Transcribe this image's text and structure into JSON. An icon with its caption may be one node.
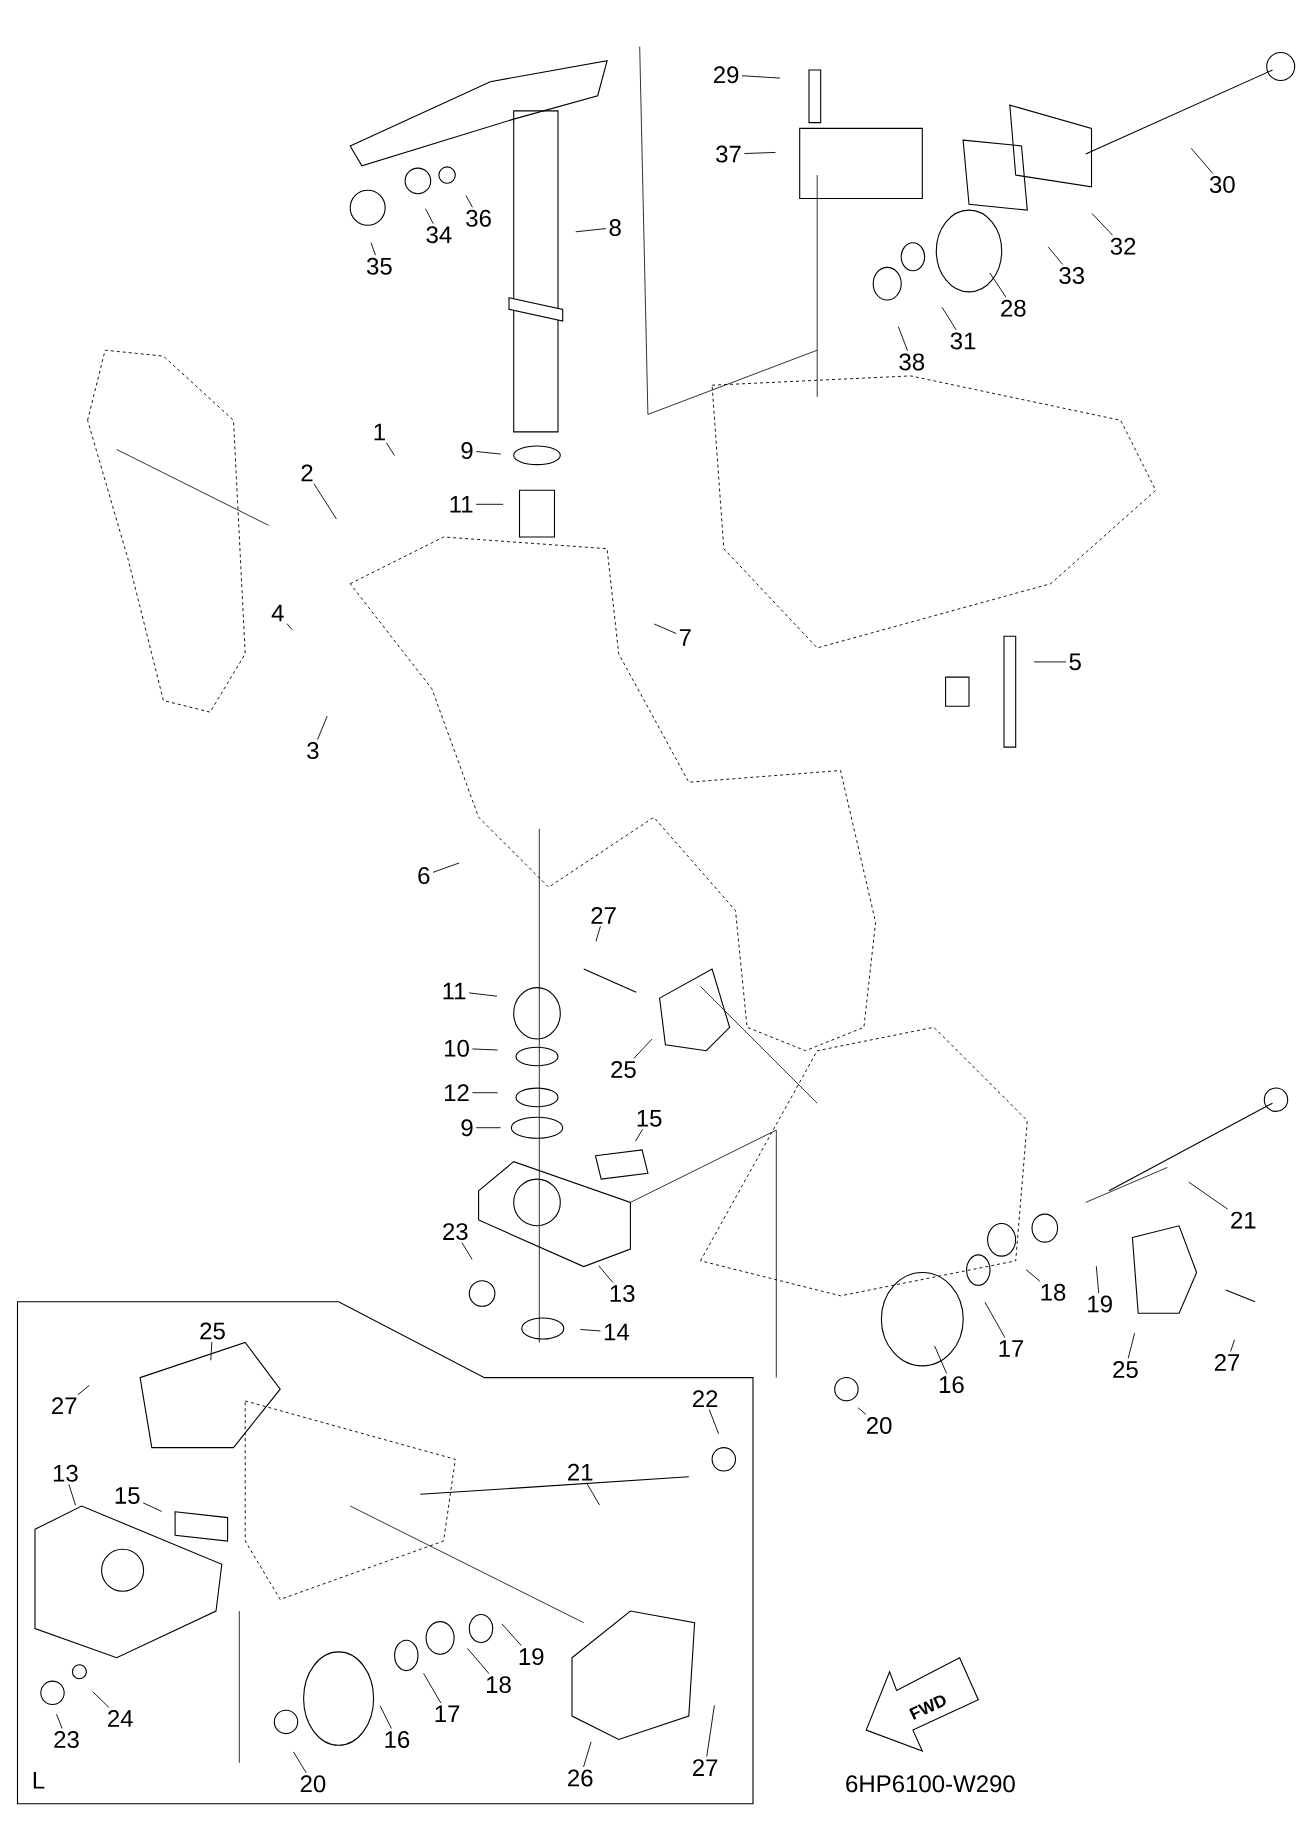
{
  "diagram": {
    "nodes": [
      {
        "text": [
          "1"
        ]
      },
      {
        "text": [
          "2"
        ]
      },
      {
        "text": [
          "3"
        ]
      },
      {
        "text": [
          "4"
        ]
      },
      {
        "text": [
          "5"
        ]
      },
      {
        "text": [
          "6"
        ]
      },
      {
        "text": [
          "7"
        ]
      },
      {
        "text": [
          "8"
        ]
      },
      {
        "text": [
          "9"
        ]
      },
      {
        "text": [
          "11"
        ]
      },
      {
        "text": [
          "29"
        ]
      },
      {
        "text": [
          "37"
        ]
      },
      {
        "text": [
          "30"
        ]
      },
      {
        "text": [
          "32"
        ]
      },
      {
        "text": [
          "33"
        ]
      },
      {
        "text": [
          "28"
        ]
      },
      {
        "text": [
          "31"
        ]
      },
      {
        "text": [
          "38"
        ]
      },
      {
        "text": [
          "36"
        ]
      },
      {
        "text": [
          "34"
        ]
      },
      {
        "text": [
          "35"
        ]
      },
      {
        "text": [
          "27"
        ]
      },
      {
        "text": [
          "25"
        ]
      },
      {
        "text": [
          "11"
        ]
      },
      {
        "text": [
          "10"
        ]
      },
      {
        "text": [
          "12"
        ]
      },
      {
        "text": [
          "9"
        ]
      },
      {
        "text": [
          "15"
        ]
      },
      {
        "text": [
          "23"
        ]
      },
      {
        "text": [
          "13"
        ]
      },
      {
        "text": [
          "14"
        ]
      },
      {
        "text": [
          "21"
        ]
      },
      {
        "text": [
          "19"
        ]
      },
      {
        "text": [
          "18"
        ]
      },
      {
        "text": [
          "17"
        ]
      },
      {
        "text": [
          "16"
        ]
      },
      {
        "text": [
          "20"
        ]
      },
      {
        "text": [
          "25"
        ]
      },
      {
        "text": [
          "27"
        ]
      },
      {
        "text": [
          "25"
        ]
      },
      {
        "text": [
          "27"
        ]
      },
      {
        "text": [
          "22"
        ]
      },
      {
        "text": [
          "21"
        ]
      },
      {
        "text": [
          "13"
        ]
      },
      {
        "text": [
          "15"
        ]
      },
      {
        "text": [
          "19"
        ]
      },
      {
        "text": [
          "18"
        ]
      },
      {
        "text": [
          "17"
        ]
      },
      {
        "text": [
          "16"
        ]
      },
      {
        "text": [
          "20"
        ]
      },
      {
        "text": [
          "26"
        ]
      },
      {
        "text": [
          "27"
        ]
      },
      {
        "text": [
          "23"
        ]
      },
      {
        "text": [
          "24"
        ]
      }
    ],
    "edges": [
      {
        "from": 0,
        "to": null,
        "arrow": "none"
      },
      {
        "from": 1,
        "to": null,
        "arrow": "none"
      },
      {
        "from": 2,
        "to": null,
        "arrow": "none"
      },
      {
        "from": 3,
        "to": null,
        "arrow": "none"
      },
      {
        "from": 4,
        "to": null,
        "arrow": "none"
      },
      {
        "from": 5,
        "to": null,
        "arrow": "none"
      },
      {
        "from": 6,
        "to": null,
        "arrow": "none"
      },
      {
        "from": 7,
        "to": null,
        "arrow": "none"
      },
      {
        "from": 8,
        "to": null,
        "arrow": "none"
      },
      {
        "from": 9,
        "to": null,
        "arrow": "none"
      },
      {
        "from": 10,
        "to": null,
        "arrow": "none"
      },
      {
        "from": 11,
        "to": null,
        "arrow": "none"
      },
      {
        "from": 12,
        "to": null,
        "arrow": "none"
      },
      {
        "from": 13,
        "to": null,
        "arrow": "none"
      },
      {
        "from": 14,
        "to": null,
        "arrow": "none"
      },
      {
        "from": 15,
        "to": null,
        "arrow": "none"
      },
      {
        "from": 16,
        "to": null,
        "arrow": "none"
      },
      {
        "from": 17,
        "to": null,
        "arrow": "none"
      },
      {
        "from": 18,
        "to": null,
        "arrow": "none"
      },
      {
        "from": 19,
        "to": null,
        "arrow": "none"
      },
      {
        "from": 20,
        "to": null,
        "arrow": "none"
      },
      {
        "from": 21,
        "to": null,
        "arrow": "none"
      },
      {
        "from": 22,
        "to": null,
        "arrow": "none"
      },
      {
        "from": 23,
        "to": null,
        "arrow": "none"
      },
      {
        "from": 24,
        "to": null,
        "arrow": "none"
      },
      {
        "from": 25,
        "to": null,
        "arrow": "none"
      },
      {
        "from": 26,
        "to": null,
        "arrow": "none"
      },
      {
        "from": 27,
        "to": null,
        "arrow": "none"
      },
      {
        "from": 28,
        "to": null,
        "arrow": "none"
      },
      {
        "from": 29,
        "to": null,
        "arrow": "none"
      },
      {
        "from": 30,
        "to": null,
        "arrow": "none"
      },
      {
        "from": 31,
        "to": null,
        "arrow": "none"
      },
      {
        "from": 32,
        "to": null,
        "arrow": "none"
      },
      {
        "from": 33,
        "to": null,
        "arrow": "none"
      },
      {
        "from": 34,
        "to": null,
        "arrow": "none"
      },
      {
        "from": 35,
        "to": null,
        "arrow": "none"
      },
      {
        "from": 36,
        "to": null,
        "arrow": "none"
      },
      {
        "from": 37,
        "to": null,
        "arrow": "none"
      },
      {
        "from": 38,
        "to": null,
        "arrow": "none"
      },
      {
        "from": 39,
        "to": null,
        "arrow": "none"
      },
      {
        "from": 40,
        "to": null,
        "arrow": "none"
      },
      {
        "from": 41,
        "to": null,
        "arrow": "none"
      },
      {
        "from": 42,
        "to": null,
        "arrow": "none"
      },
      {
        "from": 43,
        "to": null,
        "arrow": "none"
      },
      {
        "from": 44,
        "to": null,
        "arrow": "none"
      },
      {
        "from": 45,
        "to": null,
        "arrow": "none"
      },
      {
        "from": 46,
        "to": null,
        "arrow": "none"
      },
      {
        "from": 47,
        "to": null,
        "arrow": "none"
      },
      {
        "from": 48,
        "to": null,
        "arrow": "none"
      },
      {
        "from": 49,
        "to": null,
        "arrow": "none"
      },
      {
        "from": 50,
        "to": null,
        "arrow": "none"
      },
      {
        "from": 51,
        "to": null,
        "arrow": "none"
      },
      {
        "from": 52,
        "to": null,
        "arrow": "none"
      },
      {
        "from": 53,
        "to": null,
        "arrow": "none"
      }
    ],
    "labels": [
      "FWD",
      "L",
      "6HP6100-W290"
    ]
  }
}
